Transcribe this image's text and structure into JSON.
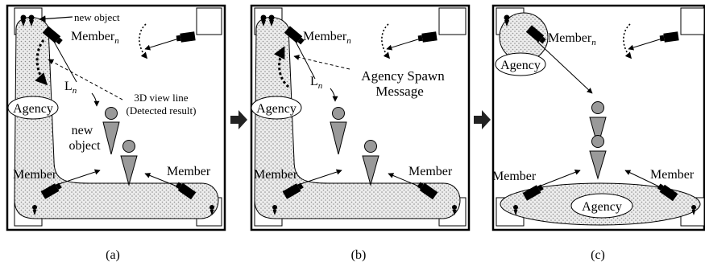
{
  "colors": {
    "line": "#000000",
    "room_fill": "#ffffff",
    "agency_fill": "#ececec",
    "dot": "#8c8c8c",
    "person_fill": "#9a9a9a",
    "arrow_fill": "#222222"
  },
  "panels": [
    {
      "caption": "(a)",
      "labels": {
        "new_object_top": "new object",
        "member_top_text": "Member",
        "member_top_sub": "n",
        "ln_text": "L",
        "ln_sub": "n",
        "view_line_1": "3D view line",
        "view_line_2": "(Detected result)",
        "agency": "Agency",
        "new_object_mid_1": "new",
        "new_object_mid_2": "object",
        "member_left": "Member",
        "member_right": "Member"
      }
    },
    {
      "caption": "(b)",
      "labels": {
        "member_top_text": "Member",
        "member_top_sub": "n",
        "ln_text": "L",
        "ln_sub": "n",
        "spawn_1": "Agency Spawn",
        "spawn_2": "Message",
        "agency": "Agency",
        "member_left": "Member",
        "member_right": "Member"
      }
    },
    {
      "caption": "(c)",
      "labels": {
        "member_top_text": "Member",
        "member_top_sub": "n",
        "agency_top": "Agency",
        "member_left": "Member",
        "member_right": "Member",
        "agency_bottom": "Agency"
      }
    }
  ]
}
